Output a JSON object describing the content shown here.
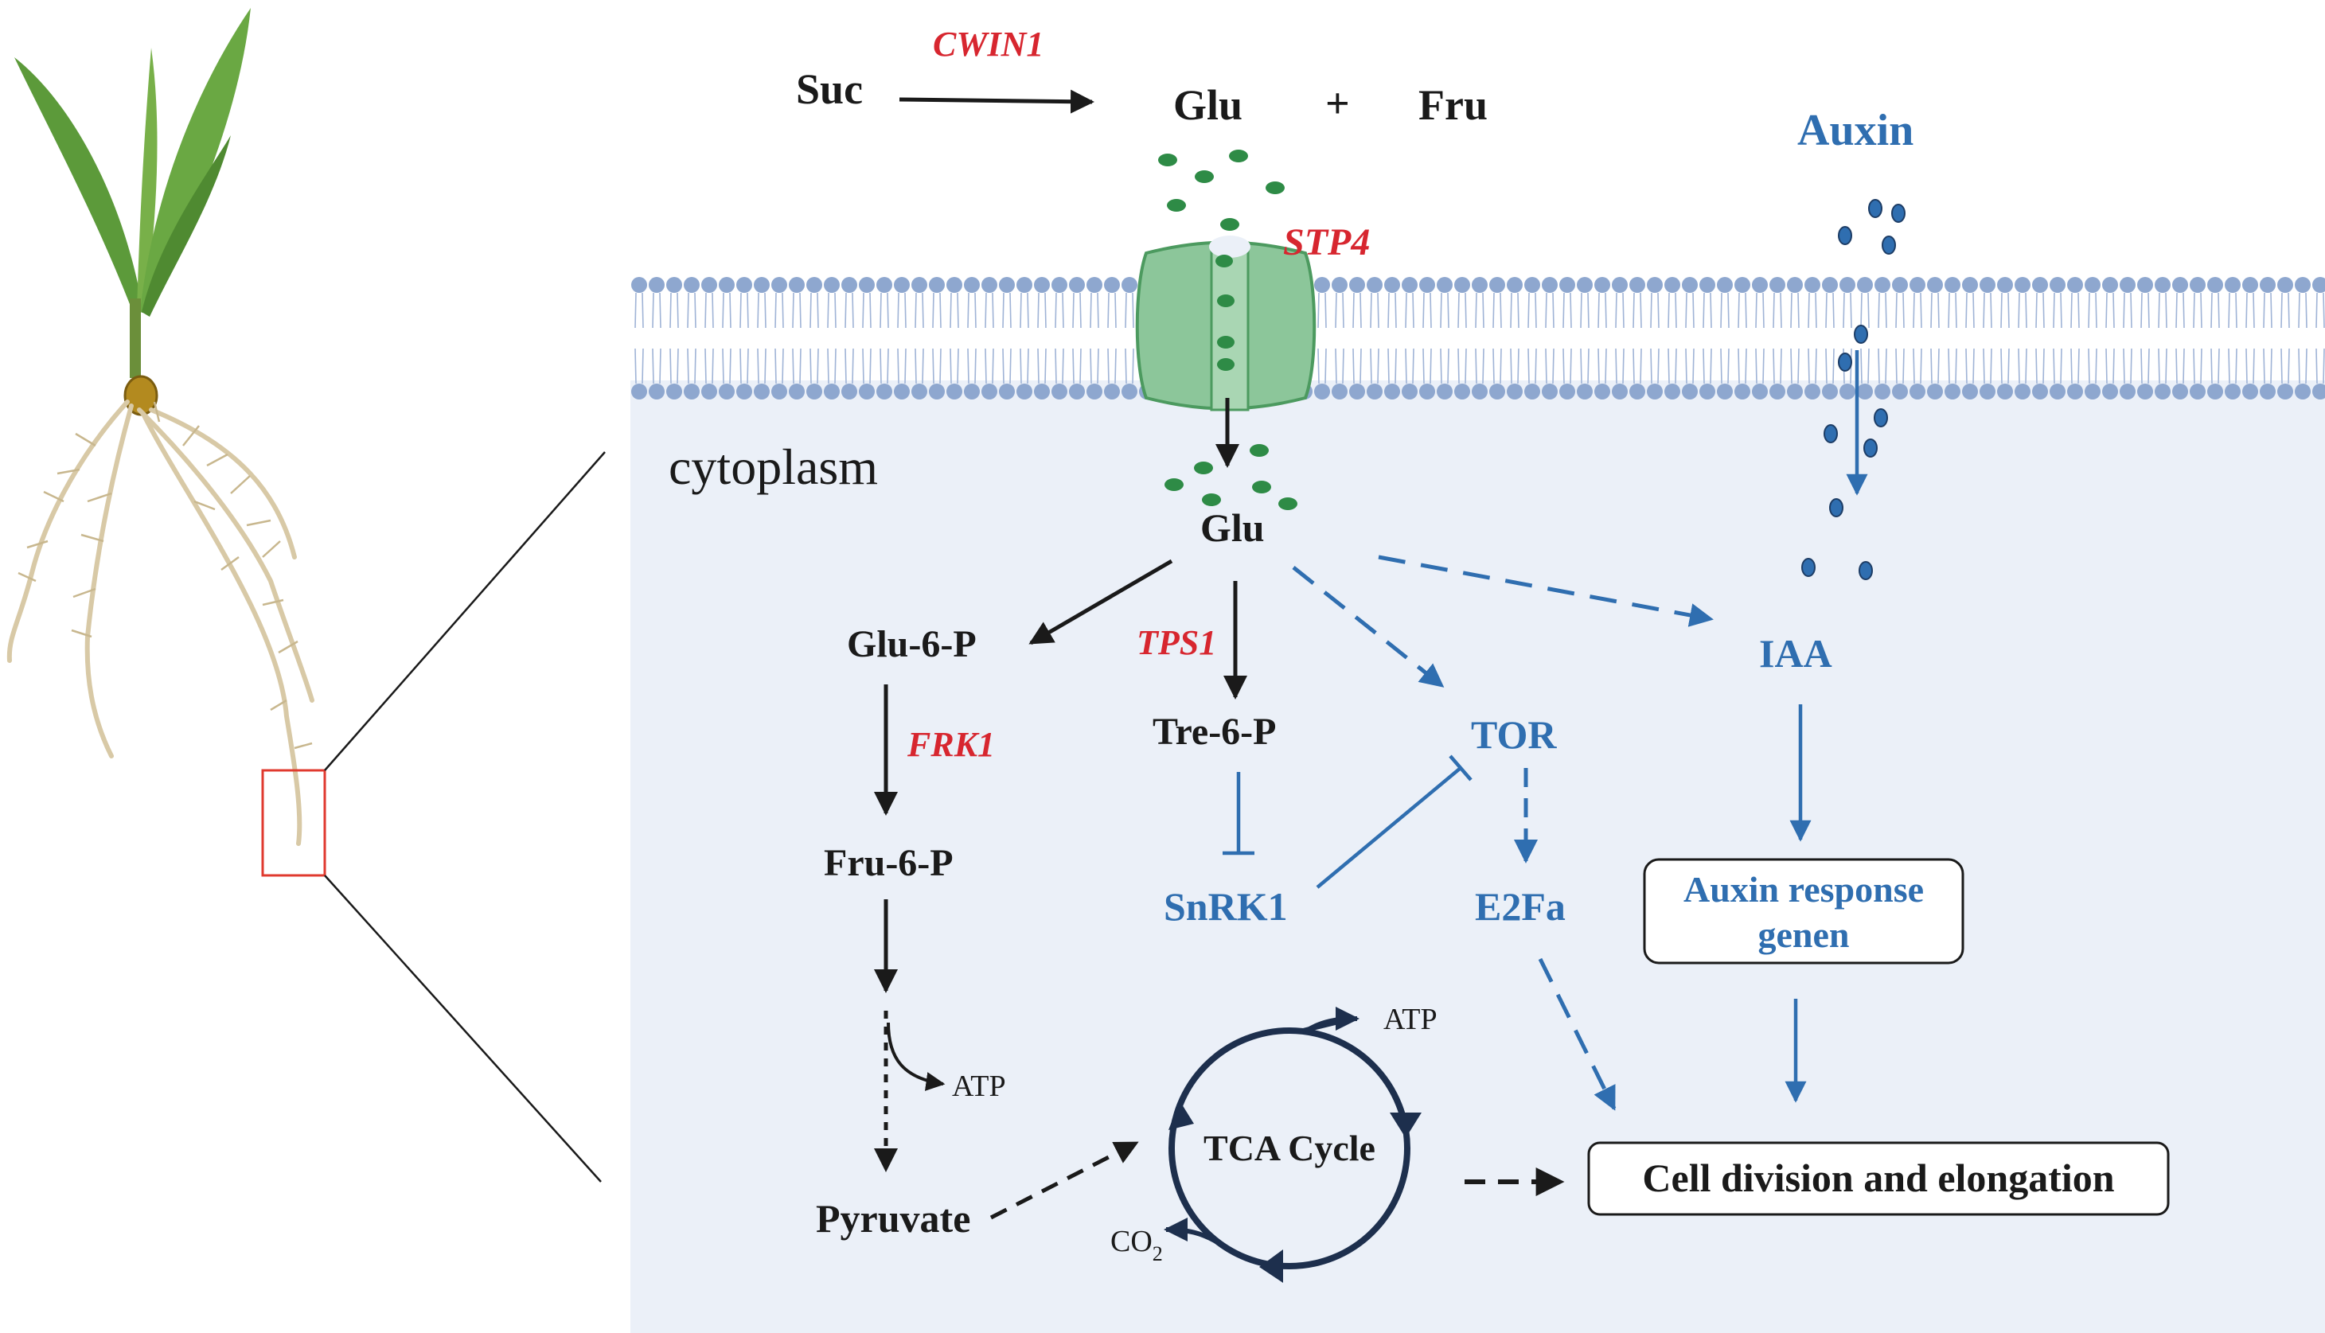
{
  "colors": {
    "black": "#1a1a1a",
    "red": "#d7262f",
    "blue": "#2f6eb0",
    "cytoplasm": "#ebf0f8",
    "membrane_head": "#8ea7cf",
    "channel": "#8cc69a",
    "channel_dark": "#4c9a5f",
    "glucose": "#2e8b46",
    "auxin": "#2f6eb0",
    "tca": "#1d2f4d"
  },
  "icons": {
    "plant": "seedling-illustration",
    "transporter": "membrane-channel-icon"
  },
  "labels": {
    "suc": "Suc",
    "cwin1": "CWIN1",
    "glu_top": "Glu",
    "plus": "+",
    "fru": "Fru",
    "auxin": "Auxin",
    "stp4": "STP4",
    "cytoplasm": "cytoplasm",
    "glu": "Glu",
    "glu6p": "Glu-6-P",
    "frk1": "FRK1",
    "fru6p": "Fru-6-P",
    "atp_left": "ATP",
    "pyruvate": "Pyruvate",
    "tps1": "TPS1",
    "tre6p": "Tre-6-P",
    "snrk1": "SnRK1",
    "tor": "TOR",
    "e2fa": "E2Fa",
    "iaa": "IAA",
    "auxin_response": "Auxin response",
    "auxin_response_2": "genen",
    "tca": "TCA Cycle",
    "atp_tca": "ATP",
    "co2": "CO",
    "co2_sub": "2",
    "cell_division": "Cell division and elongation"
  }
}
